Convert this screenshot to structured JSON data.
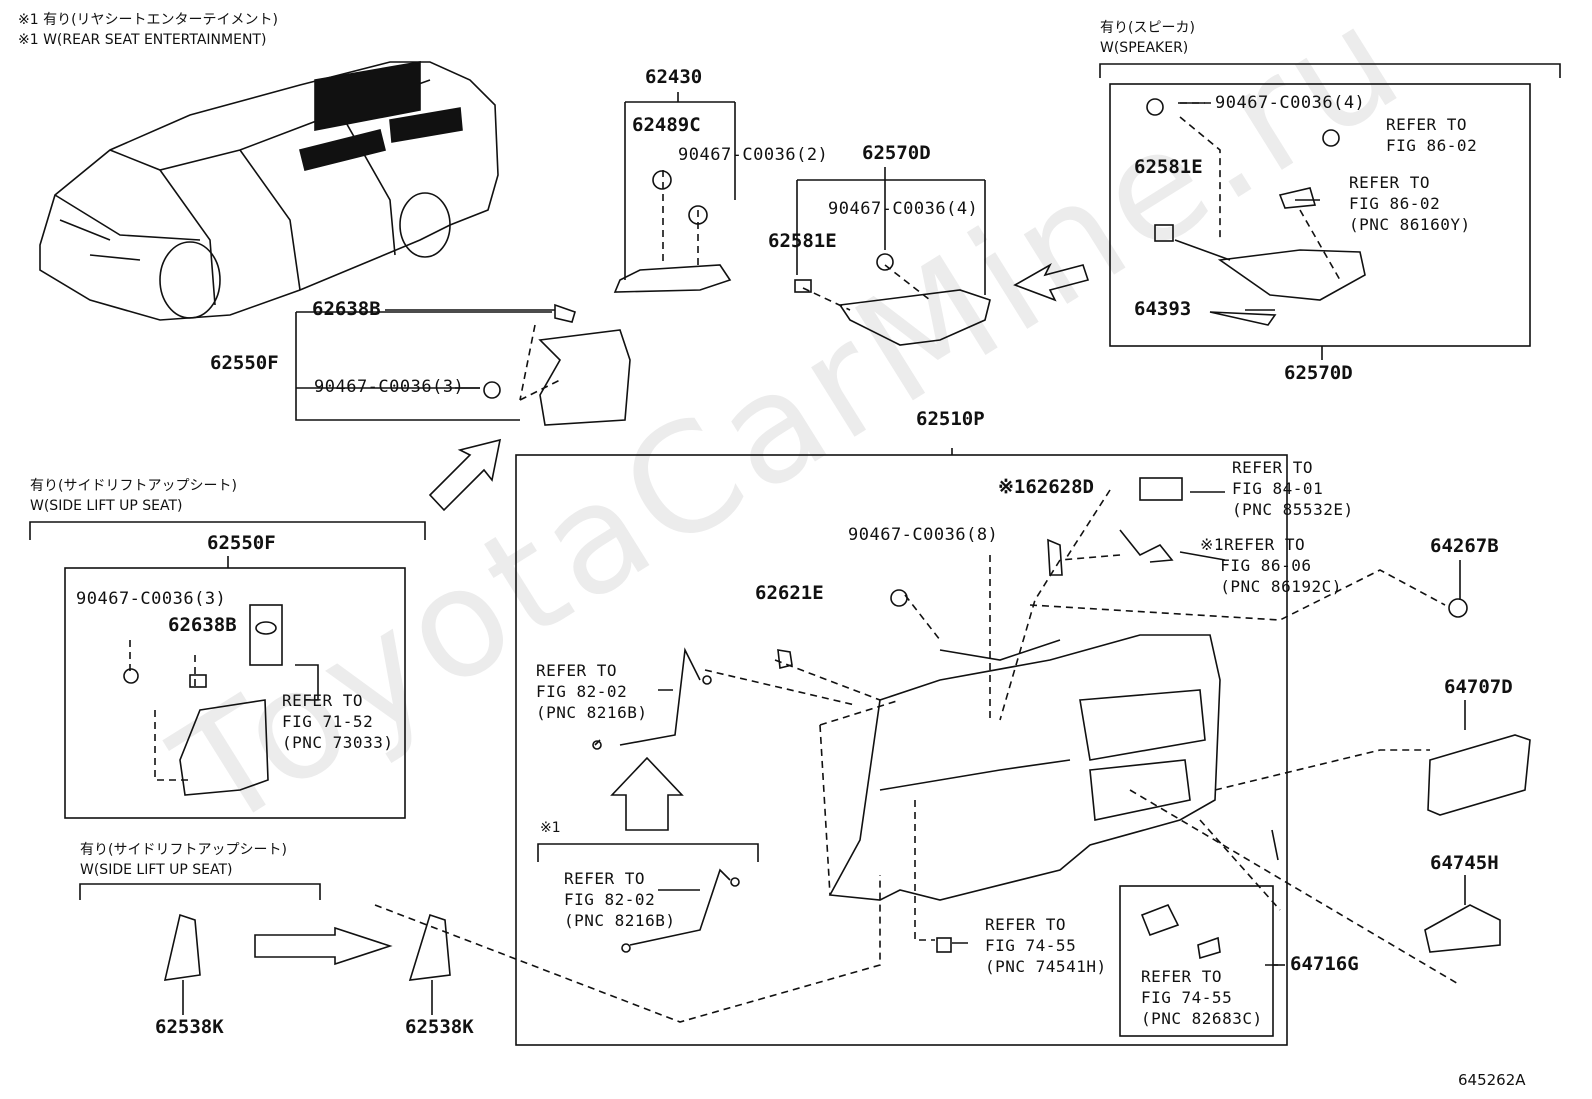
{
  "watermark": "ToyotaCarMine.ru",
  "figure_id": "645262A",
  "notes": {
    "rse_jp": "※1 有り(リヤシートエンターテイメント)",
    "rse_en": "※1 W(REAR SEAT ENTERTAINMENT)",
    "speaker_jp": "有り(スピーカ)",
    "speaker_en": "W(SPEAKER)",
    "sidelift_jp": "有り(サイドリフトアップシート)",
    "sidelift_en": "W(SIDE LIFT UP SEAT)",
    "marker": "※1"
  },
  "parts": {
    "p62430": "62430",
    "p62489C": "62489C",
    "p90467_2": "90467-C0036(2)",
    "p62570D": "62570D",
    "p90467_4": "90467-C0036(4)",
    "p62581E": "62581E",
    "p62638B": "62638B",
    "p62550F": "62550F",
    "p90467_3": "90467-C0036(3)",
    "p64393": "64393",
    "p62510P": "62510P",
    "p62628D": "※162628D",
    "p90467_8": "90467-C0036(8)",
    "p62621E": "62621E",
    "p64716G": "64716G",
    "p64267B": "64267B",
    "p64707D": "64707D",
    "p64745H": "64745H",
    "p62538K": "62538K"
  },
  "refs": {
    "r86_02a": "REFER TO\nFIG 86-02",
    "r86_02b": "REFER TO\nFIG 86-02\n(PNC 86160Y)",
    "r84_01": "REFER TO\nFIG 84-01\n(PNC 85532E)",
    "r86_06": "※1REFER TO\n  FIG 86-06\n  (PNC 86192C)",
    "r82_02": "REFER TO\nFIG 82-02\n(PNC 8216B)",
    "r74_55a": "REFER TO\nFIG 74-55\n(PNC 74541H)",
    "r74_55b": "REFER TO\nFIG 74-55\n(PNC 82683C)",
    "r71_52": "REFER TO\nFIG 71-52\n(PNC 73033)"
  }
}
